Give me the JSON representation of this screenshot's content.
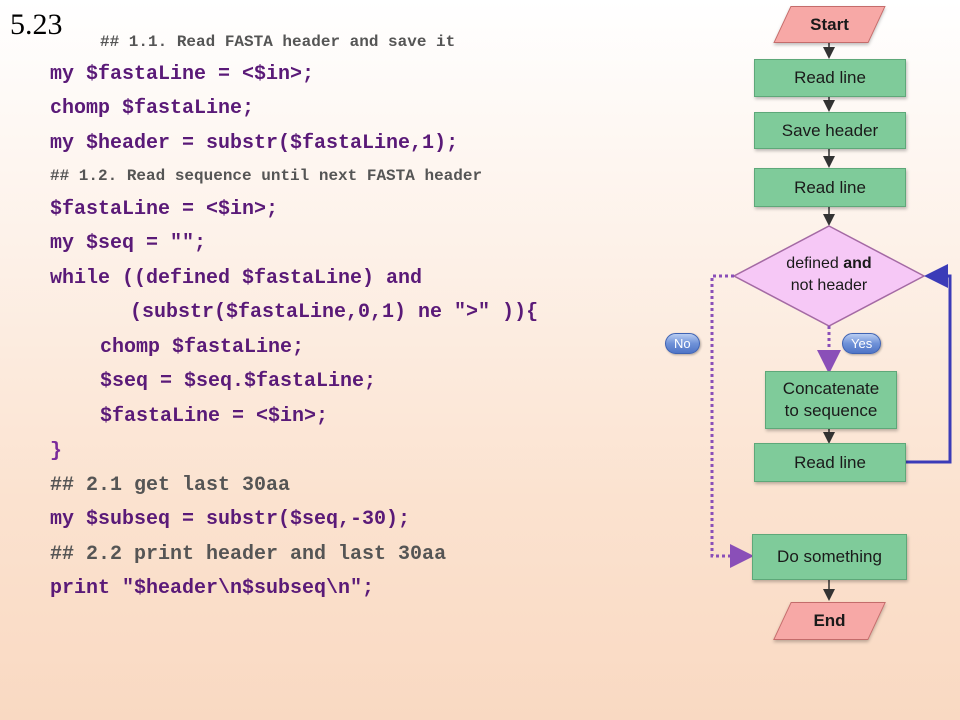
{
  "slide_number": "5.23",
  "code": {
    "comment_1_1": "## 1.1. Read FASTA header and save it",
    "line_read_first": "my $fastaLine = <$in>;",
    "line_chomp_first": "chomp $fastaLine;",
    "line_header": "my $header = substr($fastaLine,1);",
    "comment_1_2": "## 1.2. Read sequence until next FASTA header",
    "line_read_second": "$fastaLine = <$in>;",
    "line_seq_init": "my $seq = \"\";",
    "line_while": "while ((defined $fastaLine) and",
    "line_while_cond": "(substr($fastaLine,0,1) ne \">\" )){",
    "line_chomp_loop": "chomp $fastaLine;",
    "line_concat": "$seq = $seq.$fastaLine;",
    "line_read_loop": "$fastaLine = <$in>;",
    "line_close_brace": "}",
    "comment_2_1": "## 2.1 get last 30aa",
    "line_subseq": "my $subseq = substr($seq,-30);",
    "comment_2_2": "## 2.2 print header and last 30aa",
    "line_print": "print \"$header\\n$subseq\\n\";"
  },
  "flowchart": {
    "start_label": "Start",
    "read_line_1": "Read line",
    "save_header": "Save header",
    "read_line_2": "Read line",
    "decision_text_1": "defined ",
    "decision_bold": "and",
    "decision_text_2": "not header",
    "yes_label": "Yes",
    "no_label": "No",
    "concat_line_1": "Concatenate",
    "concat_line_2": "to sequence",
    "read_line_3": "Read line",
    "do_something": "Do something",
    "end_label": "End"
  },
  "colors": {
    "process_box": "#7fcb9a",
    "terminal": "#f7a8a6",
    "decision": "#f6c8f6",
    "loop_arrow": "#3b3bb8",
    "dotted_arrow": "#8a4fb8",
    "code_text": "#5a1a78",
    "comment_text": "#555555"
  }
}
